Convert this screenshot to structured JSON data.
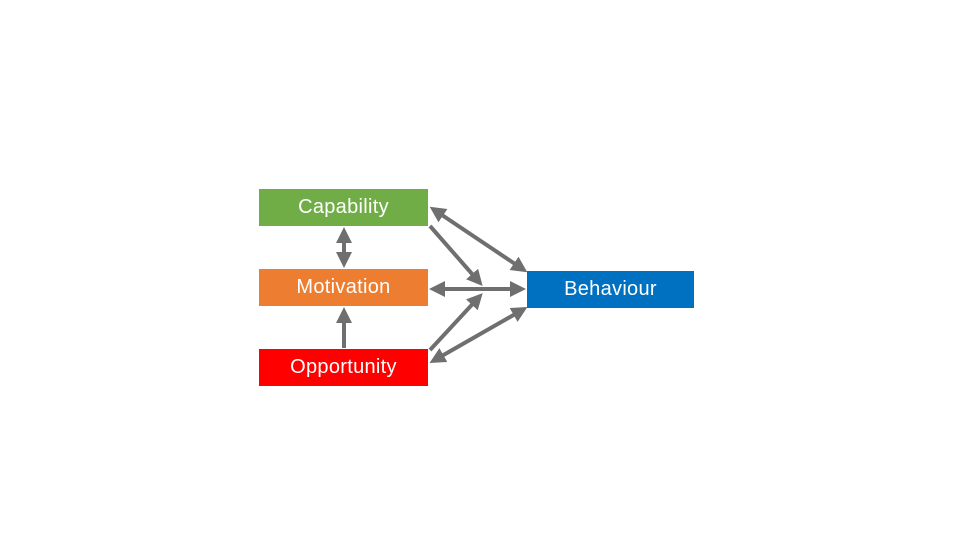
{
  "nodes": {
    "capability": {
      "label": "Capability",
      "color": "#70AD47"
    },
    "motivation": {
      "label": "Motivation",
      "color": "#ED7D31"
    },
    "opportunity": {
      "label": "Opportunity",
      "color": "#FF0000"
    },
    "behaviour": {
      "label": "Behaviour",
      "color": "#0070C0"
    }
  },
  "connectors": [
    {
      "from": "capability",
      "to": "motivation",
      "direction": "both"
    },
    {
      "from": "opportunity",
      "to": "motivation",
      "direction": "to"
    },
    {
      "from": "capability",
      "to": "behaviour",
      "direction": "both"
    },
    {
      "from": "motivation",
      "to": "behaviour",
      "direction": "both"
    },
    {
      "from": "opportunity",
      "to": "behaviour",
      "direction": "both"
    }
  ],
  "colors": {
    "arrow": "#6F6F6F",
    "background": "#FFFFFF"
  }
}
